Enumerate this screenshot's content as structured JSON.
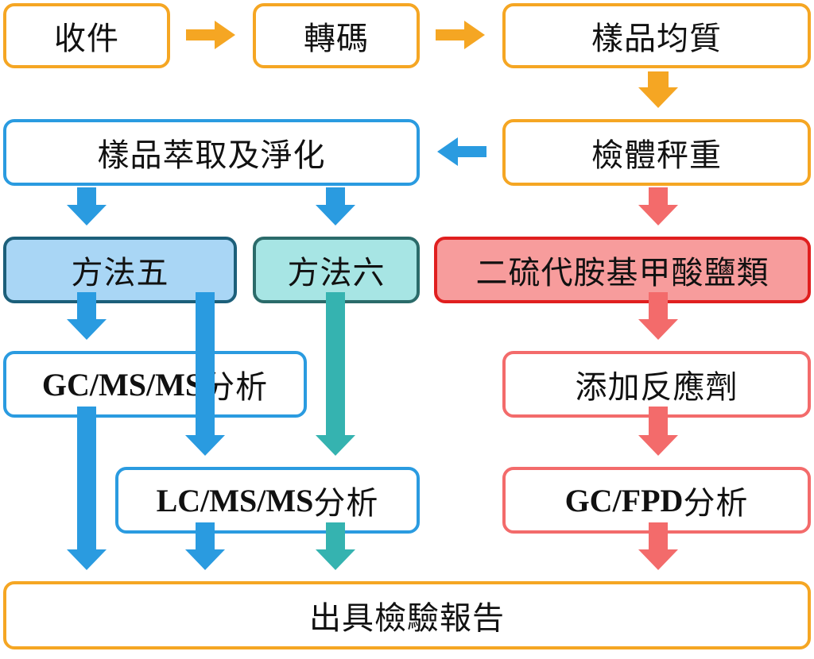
{
  "boxes": {
    "receive": "收件",
    "transcode": "轉碼",
    "homogenize": "樣品均質",
    "weigh": "檢體秤重",
    "extract": "樣品萃取及淨化",
    "method5": "方法五",
    "method6": "方法六",
    "dithiocarbamate": "二硫代胺基甲酸鹽類",
    "gc_msms_latin": "GC/MS/MS",
    "gc_msms_suffix": "分析",
    "lc_msms_latin": "LC/MS/MS",
    "lc_msms_suffix": "分析",
    "add_reagent": "添加反應劑",
    "gc_fpd_latin": "GC/FPD",
    "gc_fpd_suffix": "分析",
    "report": "出具檢驗報告"
  },
  "colors": {
    "orange": "#f5a623",
    "blue": "#2a9be0",
    "coral": "#f36b6b",
    "teal": "#35b3b0",
    "method5_fill": "#a9d6f5",
    "method6_fill": "#a7e5e4",
    "dithio_fill": "#f79c9c"
  }
}
